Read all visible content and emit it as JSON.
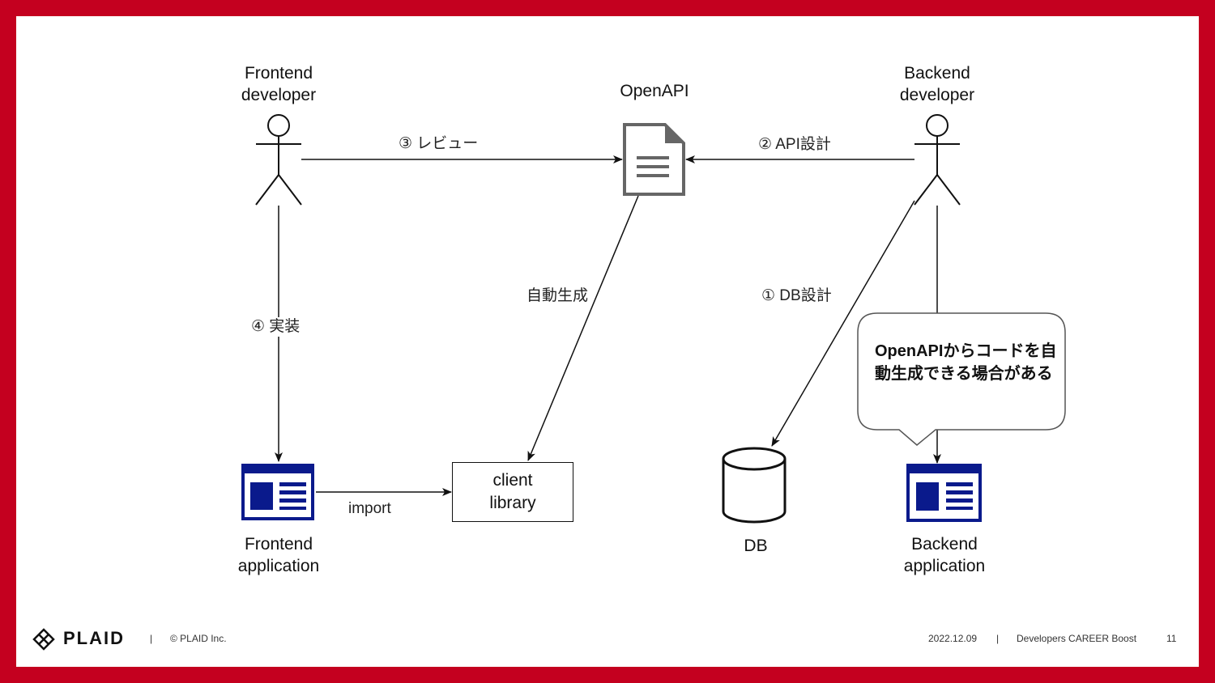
{
  "nodes": {
    "frontend_developer": "Frontend\ndeveloper",
    "openapi": "OpenAPI",
    "backend_developer": "Backend\ndeveloper",
    "frontend_application": "Frontend\napplication",
    "client_library": "client\nlibrary",
    "db": "DB",
    "backend_application": "Backend\napplication"
  },
  "edges": {
    "review": "③ レビュー",
    "api_design": "② API設計",
    "auto_generate": "自動生成",
    "db_design": "① DB設計",
    "implement": "④ 実装",
    "import": "import"
  },
  "callout": "OpenAPIからコードを自動生成できる場合がある",
  "footer": {
    "logo": "PLAID",
    "separator": "|",
    "copyright": "© PLAID Inc.",
    "date": "2022.12.09",
    "event": "Developers CAREER Boost",
    "page": "11"
  },
  "colors": {
    "frame": "#c4001f",
    "app_icon": "#0a1a8c",
    "doc_icon": "#666666"
  }
}
